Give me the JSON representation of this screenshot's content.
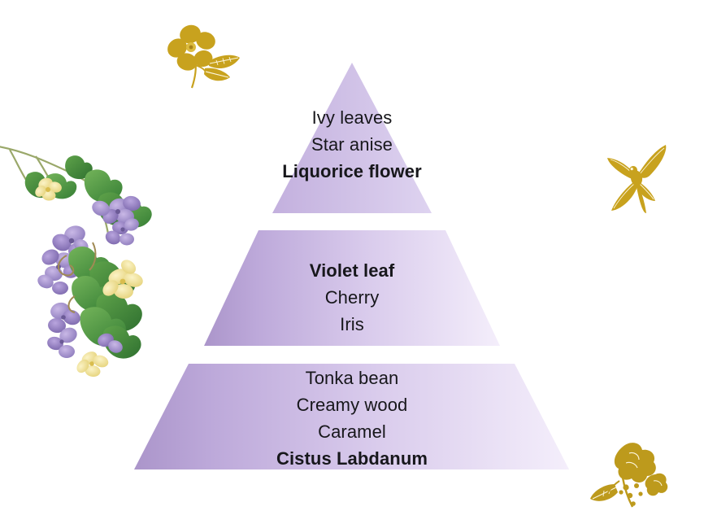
{
  "slide": {
    "background_color": "#ffffff",
    "title": "",
    "type": "fragrance-pyramid"
  },
  "pyramid": {
    "accent_gradient_from": "#b09bcd",
    "accent_gradient_to": "#f2ecf9",
    "text_color": "#17171b",
    "tiers": [
      {
        "id": "top",
        "name": "top-notes",
        "notes": [
          {
            "label": "Ivy leaves",
            "bold": false
          },
          {
            "label": "Star anise",
            "bold": false
          },
          {
            "label": "Liquorice flower",
            "bold": true
          }
        ]
      },
      {
        "id": "middle",
        "name": "heart-notes",
        "notes": [
          {
            "label": "Violet leaf",
            "bold": true
          },
          {
            "label": "Cherry",
            "bold": false
          },
          {
            "label": "Iris",
            "bold": false
          }
        ]
      },
      {
        "id": "base",
        "name": "base-notes",
        "notes": [
          {
            "label": "Tonka bean",
            "bold": false
          },
          {
            "label": "Creamy wood",
            "bold": false
          },
          {
            "label": "Caramel",
            "bold": false
          },
          {
            "label": "Cistus Labdanum",
            "bold": true
          }
        ]
      }
    ]
  },
  "decorations": [
    {
      "id": "flower-topleft",
      "icon": "gold-flower-icon",
      "color": "#c8a21e"
    },
    {
      "id": "dragonfly-right",
      "icon": "gold-dragonfly-icon",
      "color": "#c8a21e"
    },
    {
      "id": "sprig-bottomright",
      "icon": "gold-floral-sprig-icon",
      "color": "#bd9a1c"
    },
    {
      "id": "violets-left",
      "icon": "ivy-violets-illustration",
      "color": "#8d7ab8"
    }
  ]
}
